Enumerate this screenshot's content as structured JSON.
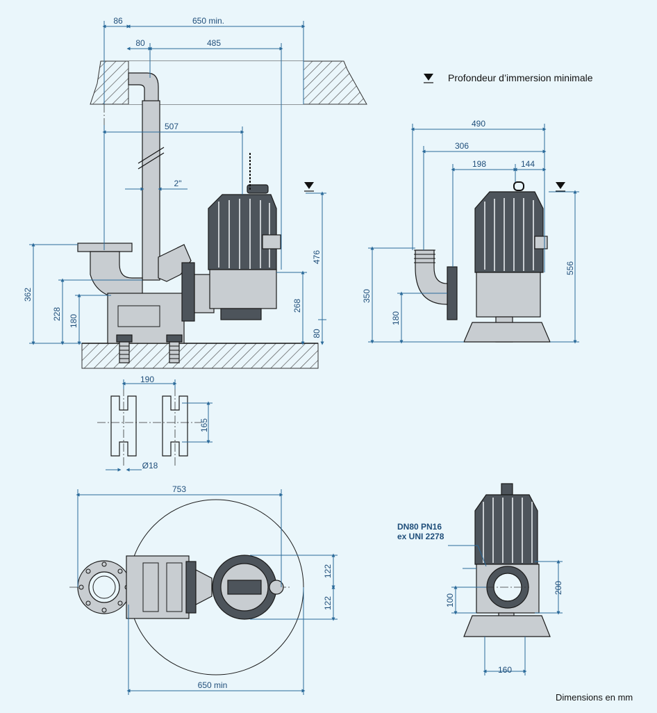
{
  "legend": {
    "label": "Profondeur d’immersion minimale",
    "icon": "water-level-icon"
  },
  "footer": {
    "units_note": "Dimensions en mm"
  },
  "connection_note": {
    "line1": "DN80 PN16",
    "line2": "ex UNI 2278"
  },
  "side_view": {
    "d_86": "86",
    "d_650min": "650 min.",
    "d_80": "80",
    "d_485": "485",
    "d_507": "507",
    "d_2in": "2\"",
    "d_476": "476",
    "d_362": "362",
    "d_228": "228",
    "d_180": "180",
    "d_268": "268",
    "d_80b": "80"
  },
  "front_view": {
    "d_490": "490",
    "d_306": "306",
    "d_198": "198",
    "d_144": "144",
    "d_556": "556",
    "d_350": "350",
    "d_180": "180"
  },
  "anchor_view": {
    "d_190": "190",
    "d_165": "165",
    "d_18": "Ø18"
  },
  "plan_view": {
    "d_753": "753",
    "d_122a": "122",
    "d_122b": "122",
    "d_650min": "650 min"
  },
  "base_view": {
    "d_200": "200",
    "d_100": "100",
    "d_160": "160"
  },
  "colors": {
    "background": "#eaf6fb",
    "dimension": "#2a6a9a",
    "outline": "#1a1a1a"
  }
}
